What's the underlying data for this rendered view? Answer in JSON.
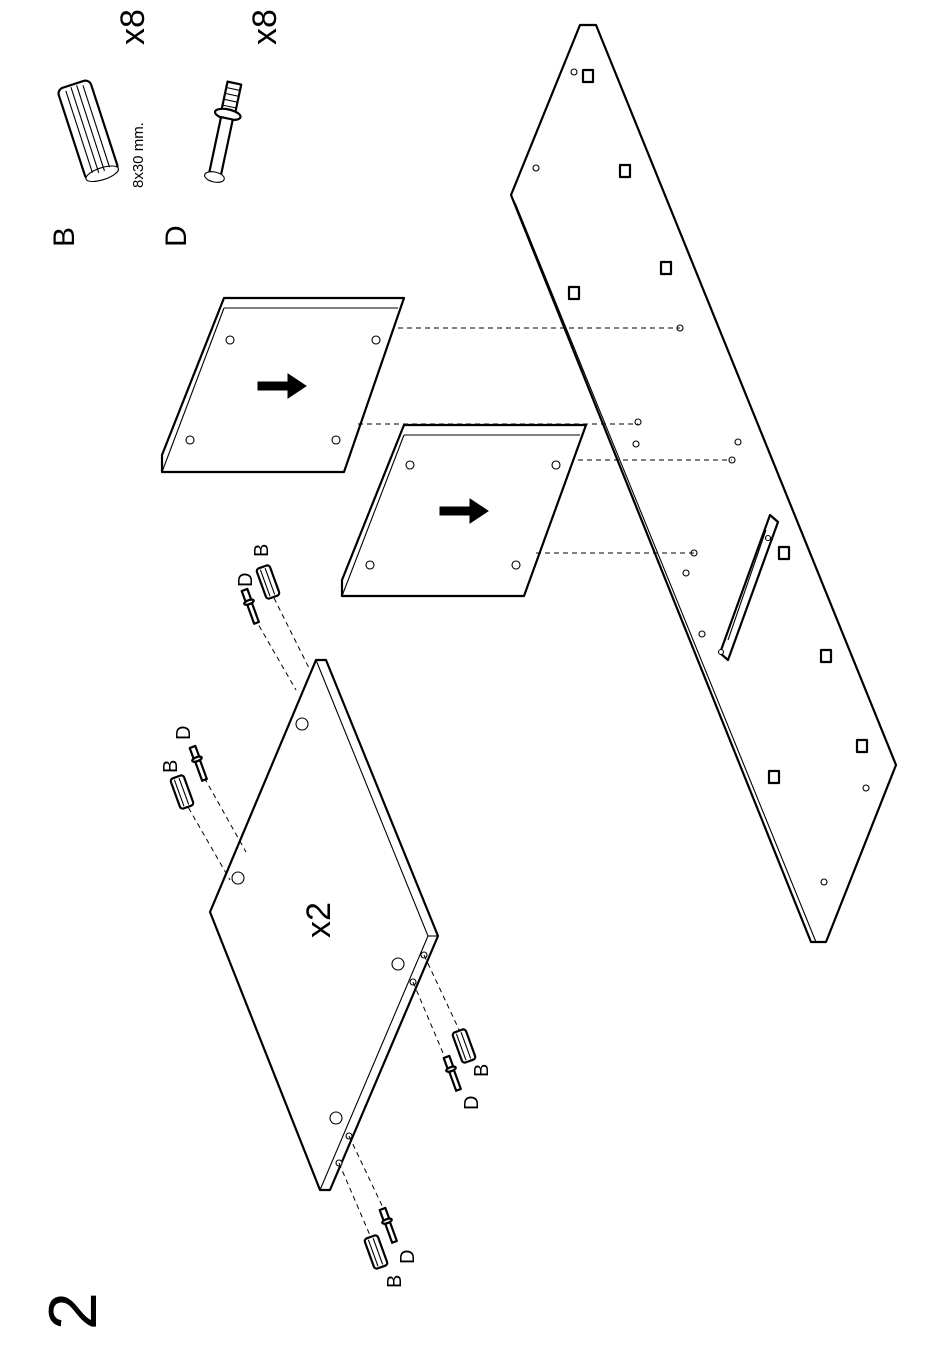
{
  "step_number": "2",
  "parts": [
    {
      "letter": "B",
      "quantity": "x8",
      "size": "8x30 mm.",
      "icon": "wooden-dowel-icon"
    },
    {
      "letter": "D",
      "quantity": "x8",
      "icon": "cam-bolt-icon"
    }
  ],
  "shelf_panel": {
    "multiplier": "x2"
  },
  "fittings": [
    {
      "dowel": "B",
      "bolt": "D"
    },
    {
      "dowel": "B",
      "bolt": "D"
    },
    {
      "dowel": "B",
      "bolt": "D"
    },
    {
      "dowel": "B",
      "bolt": "D"
    }
  ],
  "colors": {
    "line": "#000000",
    "background": "#ffffff"
  }
}
